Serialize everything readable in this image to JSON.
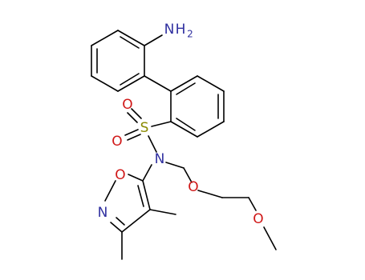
{
  "colors": {
    "bond": "#000000",
    "nitrogen": "#3030a0",
    "oxygen": "#d01818",
    "sulfur": "#8a8a00"
  },
  "labels": {
    "amine_n": "N",
    "amine_h": "H",
    "amine_sub": "2",
    "sulfonyl_s": "S",
    "sulfonyl_o1": "O",
    "sulfonyl_o2": "O",
    "sulfonamide_n": "N",
    "isoxazole_o": "O",
    "isoxazole_n": "N",
    "ether_o1": "O",
    "ether_o2": "O"
  }
}
